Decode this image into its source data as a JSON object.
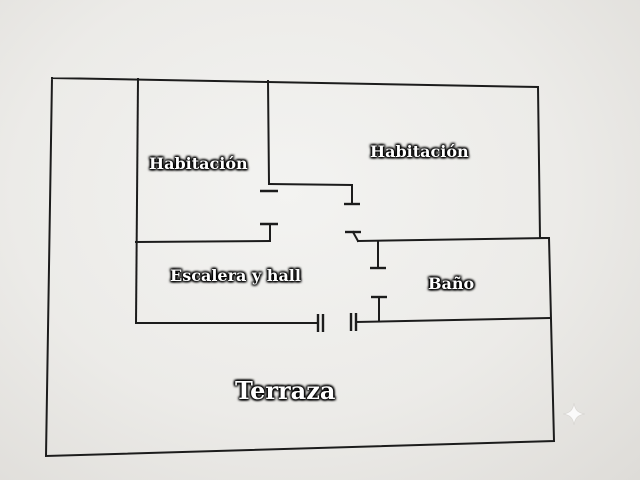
{
  "rooms": {
    "habitacion_left": "Habitación",
    "habitacion_right": "Habitación",
    "escalera_hall": "Escalera y hall",
    "bano": "Baño",
    "terraza": "Terraza"
  },
  "colors": {
    "ink": "#1c1c1c",
    "paper": "#eeedea",
    "label_text": "#ffffff",
    "label_outline": "#000000"
  },
  "icons": {
    "corner_mark": "sparkle-icon"
  }
}
